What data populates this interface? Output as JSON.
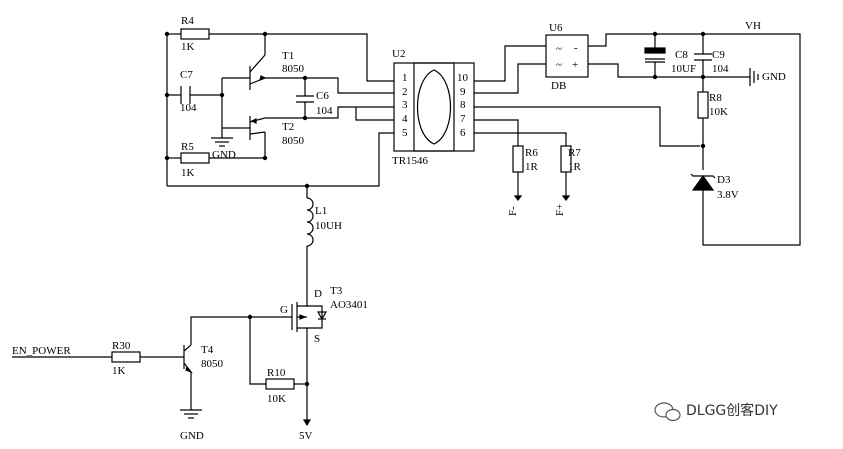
{
  "labels": {
    "r4_ref": "R4",
    "r4_val": "1K",
    "t1_ref": "T1",
    "t1_val": "8050",
    "c7_ref": "C7",
    "c7_val": "104",
    "c6_ref": "C6",
    "c6_val": "104",
    "t2_ref": "T2",
    "t2_val": "8050",
    "gnd_a": "GND",
    "r5_ref": "R5",
    "r5_val": "1K",
    "u2_ref": "U2",
    "u2_name": "TR1546",
    "pin1": "1",
    "pin2": "2",
    "pin3": "3",
    "pin4": "4",
    "pin5": "5",
    "pin10": "10",
    "pin9": "9",
    "pin8": "8",
    "pin7": "7",
    "pin6": "6",
    "u6_ref": "U6",
    "u6_name": "DB",
    "db_in1": "~",
    "db_in2": "~",
    "db_minus": "-",
    "db_plus": "+",
    "c8_ref": "C8",
    "c8_val": "10UF",
    "c9_ref": "C9",
    "c9_val": "104",
    "vh": "VH",
    "gnd_b": "GND",
    "r8_ref": "R8",
    "r8_val": "10K",
    "d3_ref": "D3",
    "d3_val": "3.8V",
    "r6_ref": "R6",
    "r6_val": "1R",
    "r7_ref": "R7",
    "r7_val": "1R",
    "f_minus": "F-",
    "f_plus": "F+",
    "l1_ref": "L1",
    "l1_val": "10UH",
    "d_pin": "D",
    "g_pin": "G",
    "s_pin": "S",
    "t3_ref": "T3",
    "t3_val": "AO3401",
    "en_power": "EN_POWER",
    "r30_ref": "R30",
    "r30_val": "1K",
    "t4_ref": "T4",
    "t4_val": "8050",
    "r10_ref": "R10",
    "r10_val": "10K",
    "gnd_c": "GND",
    "v5": "5V",
    "watermark": "DLGG创客DIY"
  }
}
